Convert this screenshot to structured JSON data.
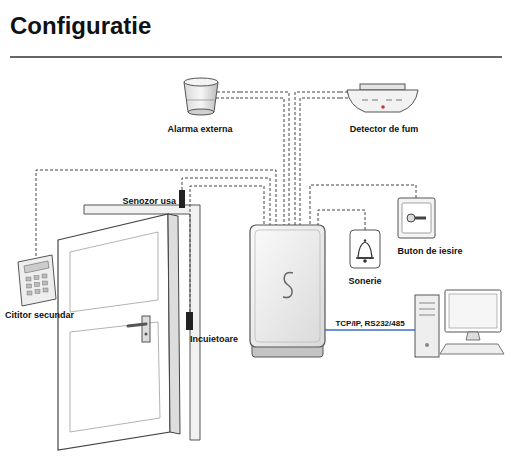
{
  "diagram": {
    "title": "Configuratie",
    "nodes": [
      {
        "text": [
          "Alarma externa"
        ]
      },
      {
        "text": [
          "Detector de fum"
        ]
      },
      {
        "text": [
          "Senozor usa"
        ]
      },
      {
        "text": [
          "Buton de iesire"
        ]
      },
      {
        "text": [
          "Sonerie"
        ]
      },
      {
        "text": [
          "Cititor secundar"
        ]
      },
      {
        "text": [
          "Incuietoare"
        ]
      },
      {
        "text": []
      },
      {
        "text": []
      }
    ],
    "edges": [
      {
        "from": 0,
        "to": 7,
        "arrow": "none"
      },
      {
        "from": 1,
        "to": 7,
        "arrow": "none"
      },
      {
        "from": 2,
        "to": 7,
        "arrow": "none"
      },
      {
        "from": 3,
        "to": 7,
        "arrow": "none"
      },
      {
        "from": 4,
        "to": 7,
        "arrow": "none"
      },
      {
        "from": 5,
        "to": 7,
        "arrow": "none"
      },
      {
        "from": 6,
        "to": 7,
        "arrow": "none"
      },
      {
        "from": 7,
        "to": 8,
        "label": "TCP/IP, RS232/485",
        "arrow": "none"
      }
    ]
  }
}
